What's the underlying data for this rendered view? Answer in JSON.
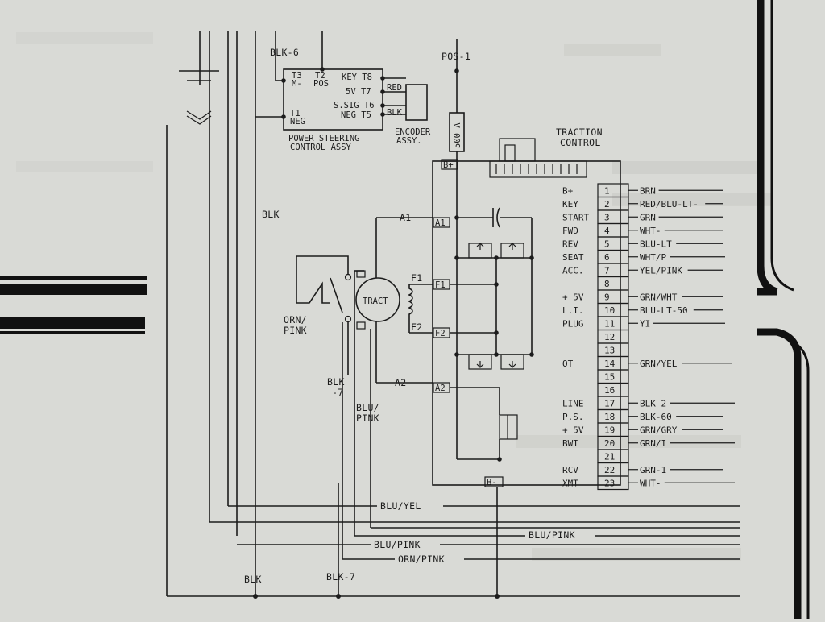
{
  "labels": {
    "blk6": "BLK-6",
    "pos1": "POS-1",
    "fuse": "500 A",
    "t3": "T3",
    "mminus": "M-",
    "t2": "T2",
    "pos": "POS",
    "key_t8": "KEY  T8",
    "t1": "T1",
    "neg": "NEG",
    "v5_t7": "5V  T7",
    "ssig_t6": "S.SIG  T6",
    "neg_t5": "NEG  T5",
    "red": "RED",
    "blk": "BLK",
    "ps_line1": "POWER STEERING",
    "ps_line2": "CONTROL ASSY",
    "enc_line1": "ENCODER",
    "enc_line2": "ASSY.",
    "traction1": "TRACTION",
    "traction2": "CONTROL",
    "bplus": "B+",
    "bminus": "B-",
    "a1": "A1",
    "a2": "A2",
    "f1": "F1",
    "f2": "F2",
    "tract": "TRACT",
    "blk_left": "BLK",
    "orn_pink_1": "ORN/",
    "orn_pink_2": "PINK",
    "blk7_1": "BLK",
    "blk7_2": "-7",
    "blu_pink_1": "BLU/",
    "blu_pink_2": "PINK",
    "bus_blu_yel": "BLU/YEL",
    "bus_blu_pink_r": "BLU/PINK",
    "bus_blu_pink_l": "BLU/PINK",
    "bus_orn_pink": "ORN/PINK",
    "bot_blk": "BLK",
    "bot_blk7": "BLK-7"
  },
  "terminals": [
    {
      "func": "B+",
      "num": "1",
      "wire": "BRN"
    },
    {
      "func": "KEY",
      "num": "2",
      "wire": "RED/BLU-LT-"
    },
    {
      "func": "START",
      "num": "3",
      "wire": "GRN"
    },
    {
      "func": "FWD",
      "num": "4",
      "wire": "WHT-"
    },
    {
      "func": "REV",
      "num": "5",
      "wire": "BLU-LT"
    },
    {
      "func": "SEAT",
      "num": "6",
      "wire": "WHT/P"
    },
    {
      "func": "ACC.",
      "num": "7",
      "wire": "YEL/PINK"
    },
    {
      "func": "",
      "num": "8",
      "wire": ""
    },
    {
      "func": "+ 5V",
      "num": "9",
      "wire": "GRN/WHT"
    },
    {
      "func": "L.I.",
      "num": "10",
      "wire": "BLU-LT-50"
    },
    {
      "func": "PLUG",
      "num": "11",
      "wire": "YI"
    },
    {
      "func": "",
      "num": "12",
      "wire": ""
    },
    {
      "func": "",
      "num": "13",
      "wire": ""
    },
    {
      "func": "OT",
      "num": "14",
      "wire": "GRN/YEL"
    },
    {
      "func": "",
      "num": "15",
      "wire": ""
    },
    {
      "func": "",
      "num": "16",
      "wire": ""
    },
    {
      "func": "LINE",
      "num": "17",
      "wire": "BLK-2"
    },
    {
      "func": "P.S.",
      "num": "18",
      "wire": "BLK-60"
    },
    {
      "func": "+ 5V",
      "num": "19",
      "wire": "GRN/GRY"
    },
    {
      "func": "BWI",
      "num": "20",
      "wire": "GRN/I"
    },
    {
      "func": "",
      "num": "21",
      "wire": ""
    },
    {
      "func": "RCV",
      "num": "22",
      "wire": "GRN-1"
    },
    {
      "func": "XMT",
      "num": "23",
      "wire": "WHT-"
    }
  ],
  "colors": {
    "paper": "#d9dad6",
    "ink": "#1c1c1c"
  }
}
